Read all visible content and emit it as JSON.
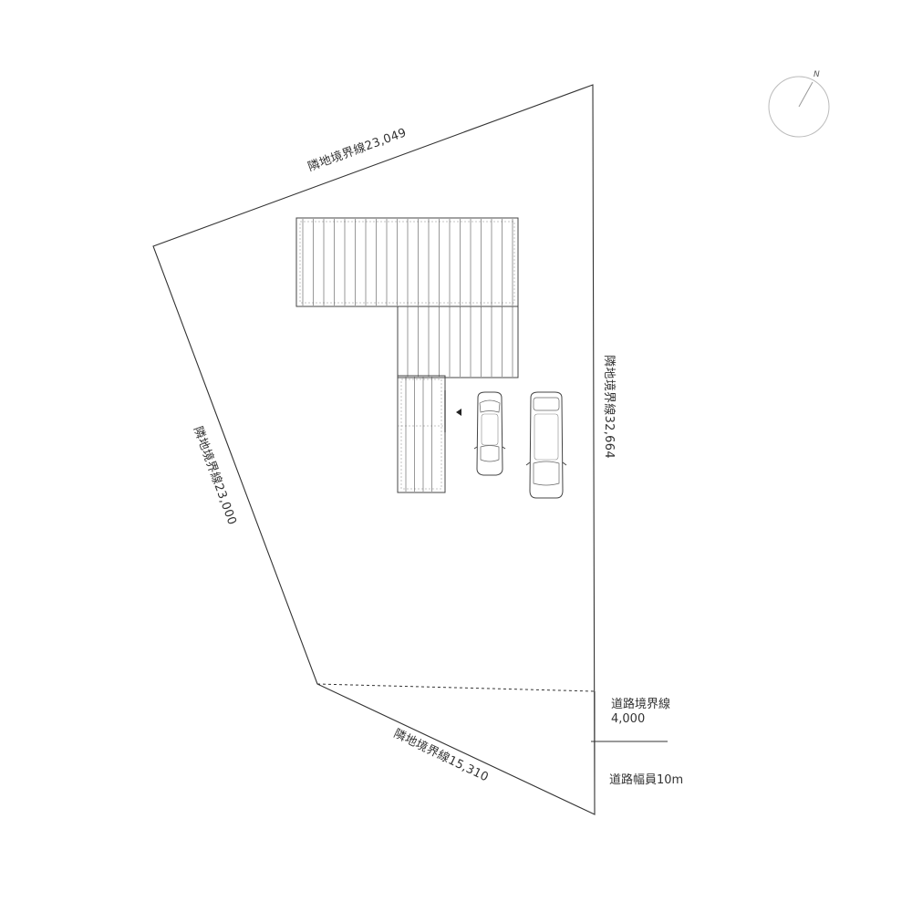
{
  "site": {
    "boundary_top": "隣地境界線23,049",
    "boundary_right": "隣地境界線32,664",
    "boundary_left": "隣地境界線23,000",
    "boundary_bottom": "隣地境界線15,310",
    "road_boundary_label": "道路境界線",
    "road_boundary_value": "4,000",
    "road_width": "道路幅員10m"
  },
  "compass": {
    "north_label": "N"
  },
  "colors": {
    "line": "#333333",
    "hatch": "#555555",
    "light": "#bbbbbb"
  }
}
